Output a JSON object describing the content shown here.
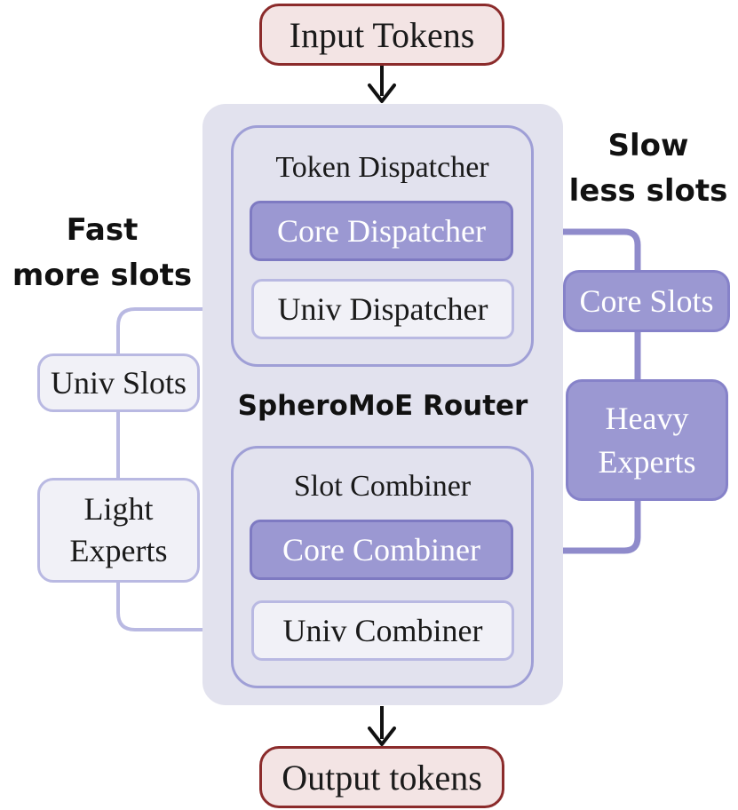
{
  "input": {
    "label": "Input Tokens"
  },
  "output": {
    "label": "Output tokens"
  },
  "router": {
    "label": "SpheroMoE Router",
    "dispatcher": {
      "title": "Token Dispatcher",
      "core_label": "Core Dispatcher",
      "univ_label": "Univ Dispatcher"
    },
    "combiner": {
      "title": "Slot Combiner",
      "core_label": "Core Combiner",
      "univ_label": "Univ Combiner"
    }
  },
  "left_path": {
    "note_line1": "Fast",
    "note_line2": "more slots",
    "slots_label": "Univ Slots",
    "experts_line1": "Light",
    "experts_line2": "Experts"
  },
  "right_path": {
    "note_line1": "Slow",
    "note_line2": "less slots",
    "slots_label": "Core Slots",
    "experts_line1": "Heavy",
    "experts_line2": "Experts"
  },
  "colors": {
    "io_fill": "#f3e4e4",
    "io_border": "#8b2b2b",
    "router_panel": "#e2e2ee",
    "core_fill": "#9b98d2",
    "univ_fill": "#f1f1f7",
    "light_path": "#b9b9e2",
    "heavy_path": "#8f8bcb"
  }
}
